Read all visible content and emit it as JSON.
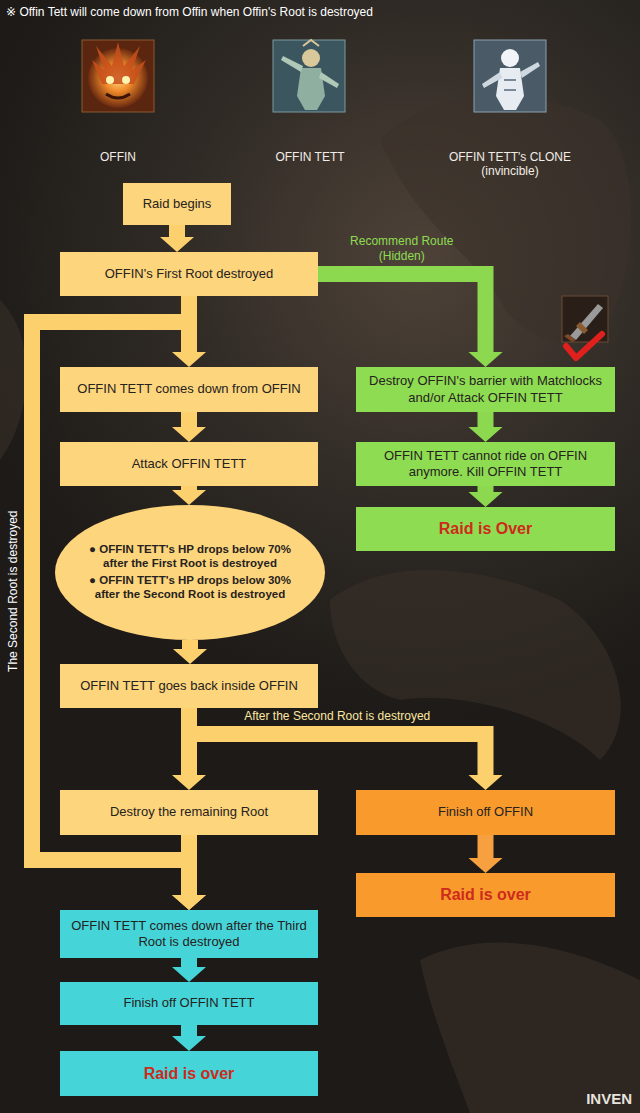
{
  "diagram": {
    "nodes": [
      {
        "text": [
          "Raid begins"
        ]
      },
      {
        "text": [
          "OFFIN's First Root destroyed"
        ]
      },
      {
        "text": [
          "OFFIN TETT comes down from OFFIN"
        ]
      },
      {
        "text": [
          "Destroy OFFIN's barrier with Matchlocks and/or Attack OFFIN TETT"
        ]
      },
      {
        "text": [
          "Attack OFFIN TETT"
        ]
      },
      {
        "text": [
          "OFFIN TETT cannot ride on OFFIN anymore. Kill OFFIN TETT"
        ]
      },
      {
        "text": [
          "Raid is Over"
        ]
      },
      {
        "text": [
          "● OFFIN TETT's HP drops below 70% after the First Root is destroyed",
          "● OFFIN TETT's HP drops below 30% after the Second Root is destroyed"
        ]
      },
      {
        "text": [
          "OFFIN TETT goes back inside OFFIN"
        ]
      },
      {
        "text": [
          "Destroy the remaining Root"
        ]
      },
      {
        "text": [
          "Finish off OFFIN"
        ]
      },
      {
        "text": [
          "Raid is over"
        ]
      },
      {
        "text": [
          "OFFIN TETT comes down after the Third Root is destroyed"
        ]
      },
      {
        "text": [
          "Finish off OFFIN TETT"
        ]
      },
      {
        "text": [
          "Raid is over"
        ]
      }
    ],
    "edges": [
      {
        "from": 0,
        "to": 1,
        "arrow": "to"
      },
      {
        "from": 1,
        "to": 2,
        "arrow": "to"
      },
      {
        "from": 1,
        "to": 3,
        "label": "Recommend Route (Hidden)",
        "arrow": "to"
      },
      {
        "from": 1,
        "to": 12,
        "label": "The Second Root is destroyed",
        "arrow": "to"
      },
      {
        "from": 2,
        "to": 4,
        "arrow": "to"
      },
      {
        "from": 3,
        "to": 5,
        "arrow": "to"
      },
      {
        "from": 4,
        "to": 7,
        "arrow": "to"
      },
      {
        "from": 5,
        "to": 6,
        "arrow": "to"
      },
      {
        "from": 7,
        "to": 8,
        "arrow": "to"
      },
      {
        "from": 8,
        "to": 9,
        "arrow": "to"
      },
      {
        "from": 8,
        "to": 10,
        "label": "After the Second Root is destroyed",
        "arrow": "to"
      },
      {
        "from": 9,
        "to": 12,
        "arrow": "to"
      },
      {
        "from": 10,
        "to": 11,
        "arrow": "to"
      },
      {
        "from": 12,
        "to": 13,
        "arrow": "to"
      },
      {
        "from": 13,
        "to": 14,
        "arrow": "to"
      }
    ],
    "labels": [
      "※ Offin Tett will come down from Offin when Offin's Root is destroyed",
      "OFFIN",
      "OFFIN TETT",
      "OFFIN TETT's CLONE (invincible)",
      "INVEN"
    ]
  }
}
